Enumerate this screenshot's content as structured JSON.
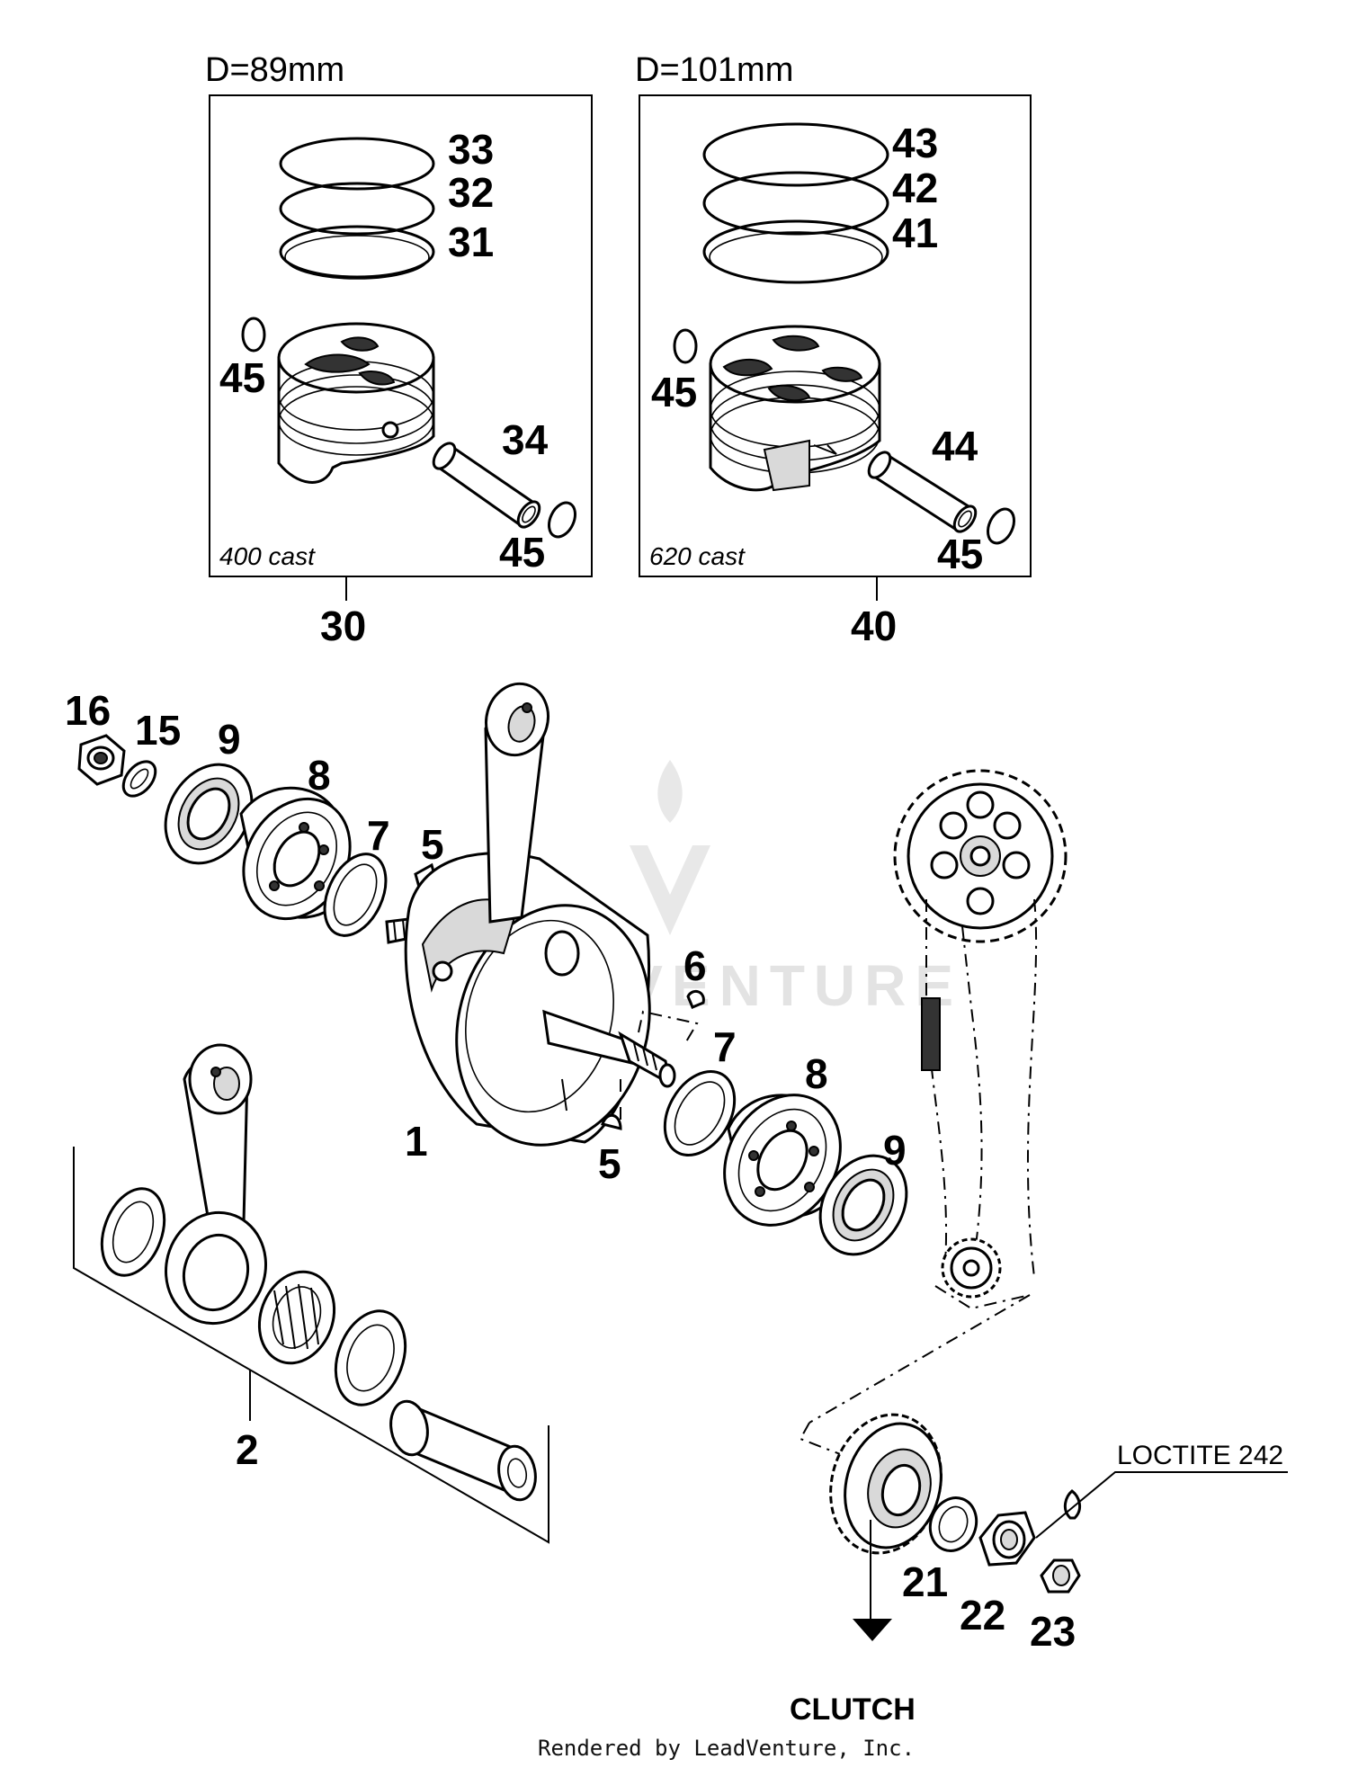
{
  "kit_30": {
    "header": "D=89mm",
    "cast_note": "400 cast",
    "label": "30",
    "ring_labels": [
      "33",
      "32",
      "31"
    ],
    "clip_top_label": "45",
    "pin_label": "34",
    "clip_bottom_label": "45"
  },
  "kit_40": {
    "header": "D=101mm",
    "cast_note": "620 cast",
    "label": "40",
    "ring_labels": [
      "43",
      "42",
      "41"
    ],
    "clip_top_label": "45",
    "pin_label": "44",
    "clip_bottom_label": "45"
  },
  "part_labels": {
    "nut_left": "16",
    "washer_left": "15",
    "seal_left": "9",
    "bearing_left": "8",
    "shim_left": "7",
    "key_left": "5",
    "key_right": "6",
    "shim_right": "7",
    "bearing_right": "8",
    "seal_right": "9",
    "key_lower": "5",
    "crankshaft": "1",
    "conrod_kit": "2",
    "lock_washer": "21",
    "nut_gear": "22",
    "nut_small": "23"
  },
  "loctite_note": "LOCTITE 242",
  "clutch_label": "CLUTCH",
  "watermark": "LEADVENTURE",
  "footer": "Rendered by LeadVenture, Inc."
}
